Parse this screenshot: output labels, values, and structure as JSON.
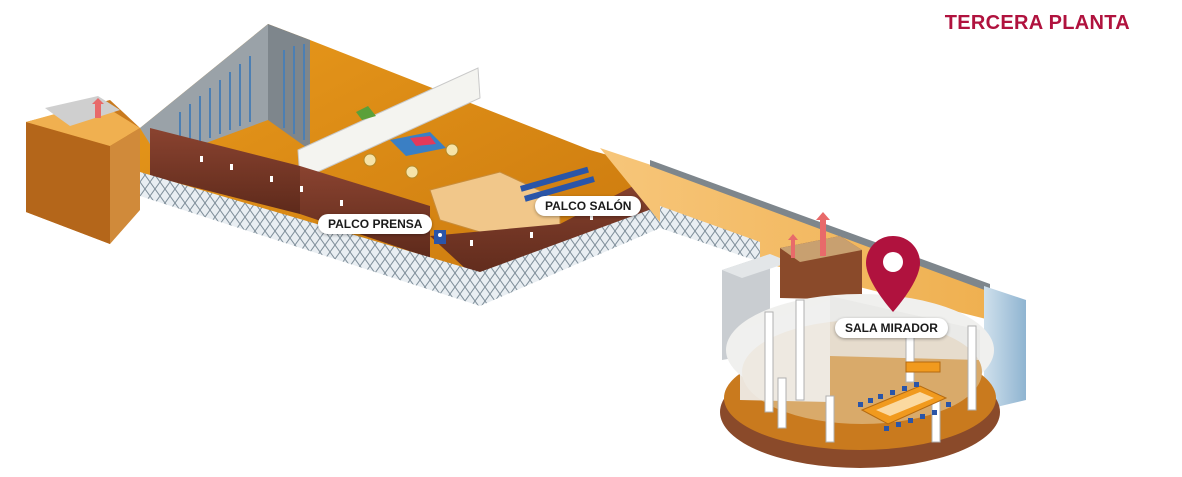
{
  "floor": {
    "title": "TERCERA PLANTA"
  },
  "rooms": {
    "palco_prensa": "PALCO PRENSA",
    "palco_salon": "PALCO SALÓN",
    "sala_mirador": "SALA MIRADOR"
  },
  "icons": {
    "location_pin": "map-pin-icon",
    "exit_arrows": "up-arrow-icon",
    "accessibility": "accessibility-icon"
  },
  "colors": {
    "title": "#b0123e",
    "pin": "#b0123e",
    "floor_orange": "#e08a12",
    "wall_brown": "#7a3a26",
    "seat_blue": "#2a55a8",
    "glass": "#b9d3e6"
  }
}
